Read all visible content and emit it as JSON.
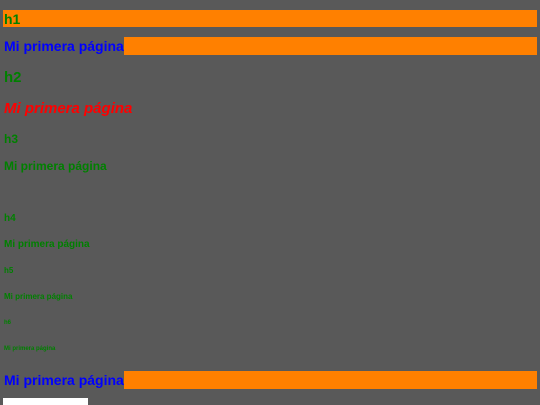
{
  "headings": {
    "h1_label": "h1",
    "h2_label": "h2",
    "h3_label": "h3",
    "h4_label": "h4",
    "h5_label": "h5",
    "h6_label": "h6",
    "page_text": "Mi primera página"
  },
  "colors": {
    "background": "#595959",
    "bar": "#ff8000",
    "green": "#008000",
    "blue": "#0000ff",
    "red": "#ff0000"
  }
}
